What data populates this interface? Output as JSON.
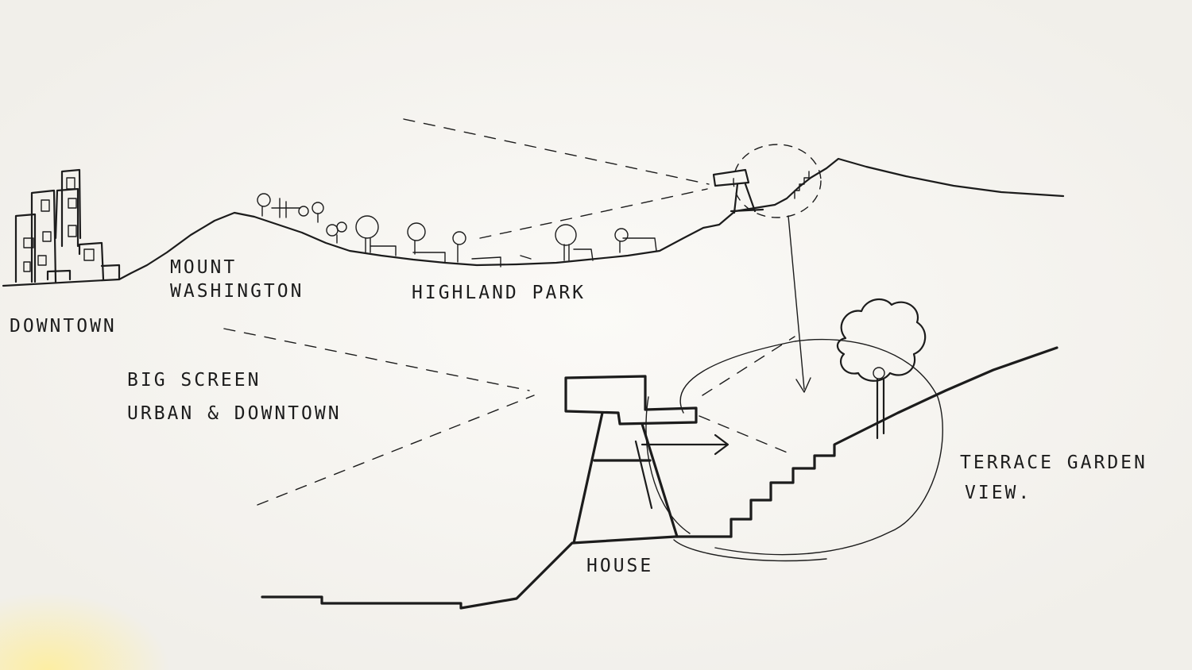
{
  "labels": {
    "downtown": "DOWNTOWN",
    "mount_1": "MOUNT",
    "mount_2": "WASHINGTON",
    "highland_park": "HIGHLAND PARK",
    "big_screen_1": "BIG SCREEN",
    "big_screen_2": "URBAN & DOWNTOWN",
    "house": "HOUSE",
    "terrace_1": "TERRACE GARDEN",
    "terrace_2": "VIEW."
  },
  "colors": {
    "ink": "#1c1c1c",
    "paper": "#f6f4ef"
  }
}
